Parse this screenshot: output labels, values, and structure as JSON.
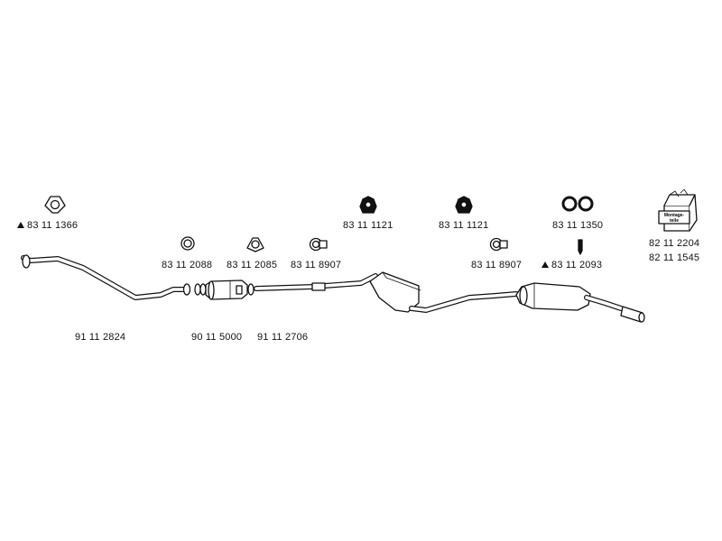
{
  "parts": {
    "flange_gasket": "83 11 1366",
    "ring_gasket": "83 11 2088",
    "triangle_gasket": "83 11 2085",
    "clamp_front": "83 11 8907",
    "rubber_mount_left": "83 11 1121",
    "rubber_mount_right": "83 11 1121",
    "o_rings": "83 11 1350",
    "clamp_rear": "83 11 8907",
    "sensor_plug": "83 11 2093",
    "mounting_kit_a": "82 11 2204",
    "mounting_kit_b": "82 11 1545",
    "front_pipe": "91 11 2824",
    "catalytic_converter": "90 11 5000",
    "middle_pipe": "91 11 2706"
  },
  "kit_box_text": [
    "Montage-",
    "teile"
  ],
  "colors": {
    "line": "#111111",
    "fill": "#ffffff"
  }
}
